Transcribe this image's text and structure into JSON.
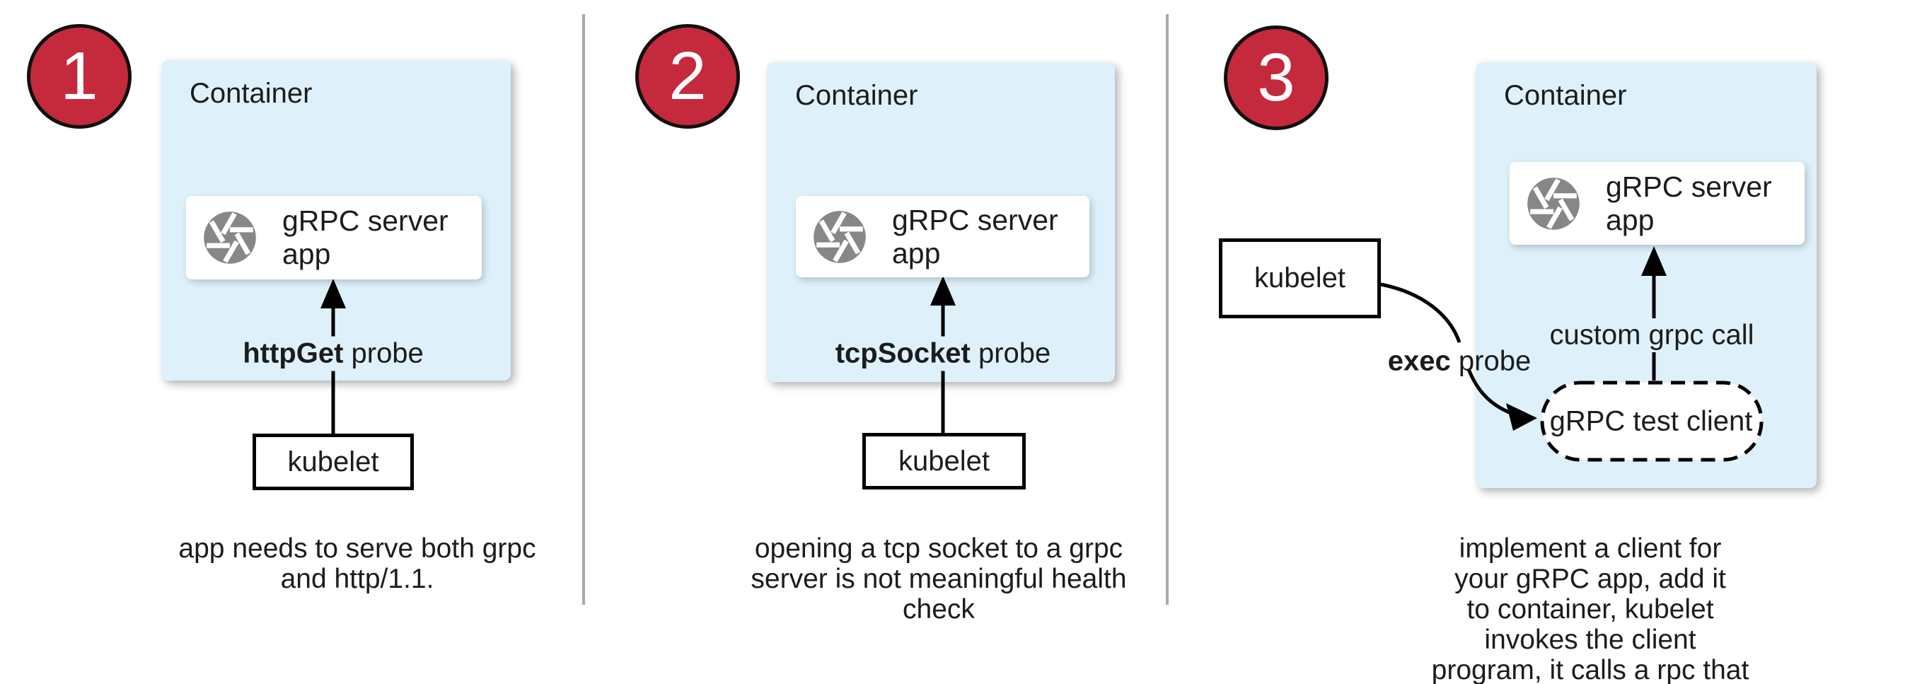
{
  "theme": {
    "container_fill": "#def1fb",
    "badge_fill": "#c5293c",
    "badge_border": "#111111",
    "icon_gray": "#878787",
    "divider_color": "#a9a9a9",
    "arrow_color": "#000000"
  },
  "panels": [
    {
      "badge": "1",
      "container_label": "Container",
      "app_box": {
        "icon": "aperture-icon",
        "label": "gRPC server app"
      },
      "probe": {
        "bold": "httpGet",
        "rest": " probe"
      },
      "kubelet_label": "kubelet",
      "caption": "app needs to serve both grpc\nand http/1.1."
    },
    {
      "badge": "2",
      "container_label": "Container",
      "app_box": {
        "icon": "aperture-icon",
        "label": "gRPC server app"
      },
      "probe": {
        "bold": "tcpSocket",
        "rest": " probe"
      },
      "kubelet_label": "kubelet",
      "caption": "opening a tcp socket to a grpc\nserver is not meaningful health\ncheck"
    },
    {
      "badge": "3",
      "container_label": "Container",
      "app_box": {
        "icon": "aperture-icon",
        "label": "gRPC server app"
      },
      "probe": {
        "bold": "exec",
        "rest": " probe"
      },
      "kubelet_label": "kubelet",
      "custom_call_label": "custom grpc call",
      "test_client_label": "gRPC test client",
      "caption": "implement a client for your gRPC app, add it\nto container, kubelet invokes the client\nprogram, it calls a rpc that you implement"
    }
  ]
}
